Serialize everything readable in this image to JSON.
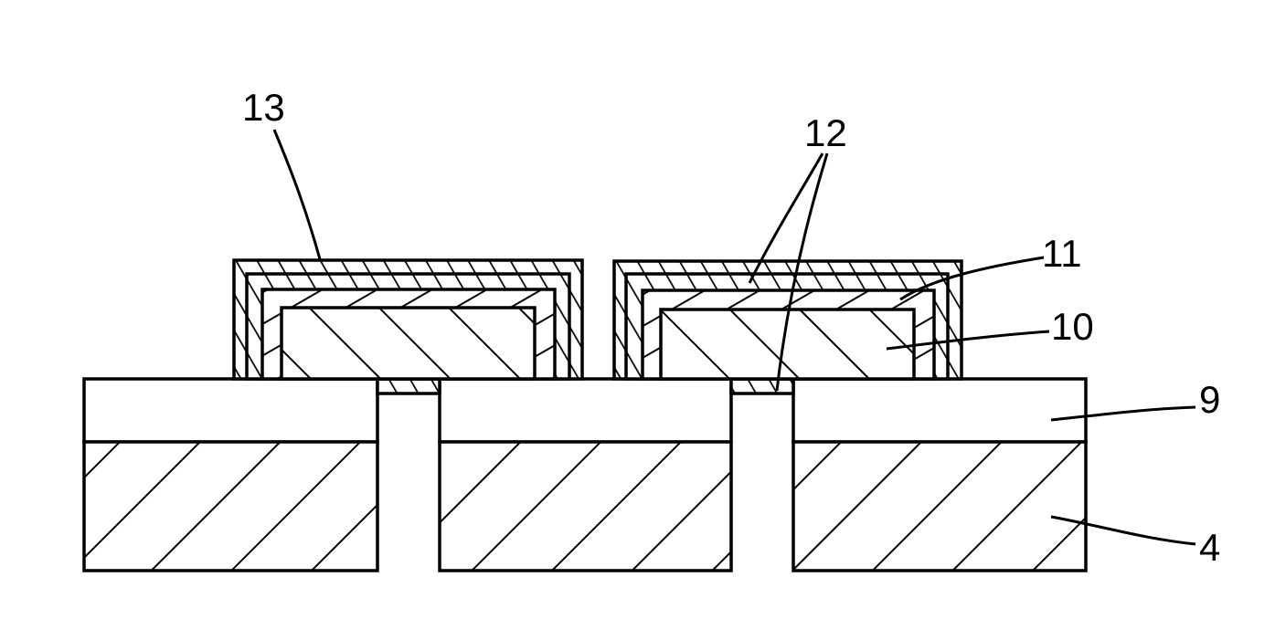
{
  "diagram": {
    "labels": {
      "substrate": "4",
      "insulating_layer": "9",
      "electrode": "10",
      "inner_layer": "11",
      "outer_layer": "12",
      "cover": "13"
    },
    "colors": {
      "line": "#000000",
      "background": "#ffffff"
    }
  }
}
